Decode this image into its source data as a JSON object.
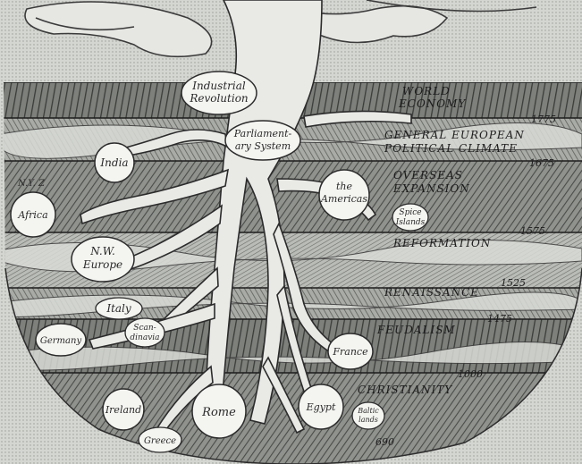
{
  "tree": {
    "bubbles": {
      "industrial_revolution": [
        "Industrial",
        "Revolution"
      ],
      "parliamentary_system": [
        "Parliament-",
        "ary System"
      ],
      "india": "India",
      "africa": "Africa",
      "the_americas": [
        "the",
        "Americas"
      ],
      "spice_islands": [
        "Spice",
        "Islands"
      ],
      "nw_europe": [
        "N.W.",
        "Europe"
      ],
      "italy": "Italy",
      "germany": "Germany",
      "scandinavia": [
        "Scan-",
        "dinavia"
      ],
      "france": "France",
      "ireland": "Ireland",
      "rome": "Rome",
      "egypt": "Egypt",
      "greece": "Greece",
      "baltic_lands": [
        "Baltic",
        "lands"
      ],
      "africa_note": "N.Y. Z"
    },
    "strata": {
      "world_economy": [
        "WORLD",
        "ECONOMY"
      ],
      "general_european": [
        "GENERAL EUROPEAN",
        "POLITICAL CLIMATE"
      ],
      "overseas_expansion": [
        "OVERSEAS",
        "EXPANSION"
      ],
      "reformation": "REFORMATION",
      "renaissance": "RENAISSANCE",
      "feudalism": "FEUDALISM",
      "christianity": "CHRISTIANITY"
    },
    "years": {
      "y1775": "1775",
      "y1675": "1675",
      "y1575": "1575",
      "y1525": "1525",
      "y1475": "1475",
      "y1000": "1000",
      "y690": "690"
    }
  }
}
